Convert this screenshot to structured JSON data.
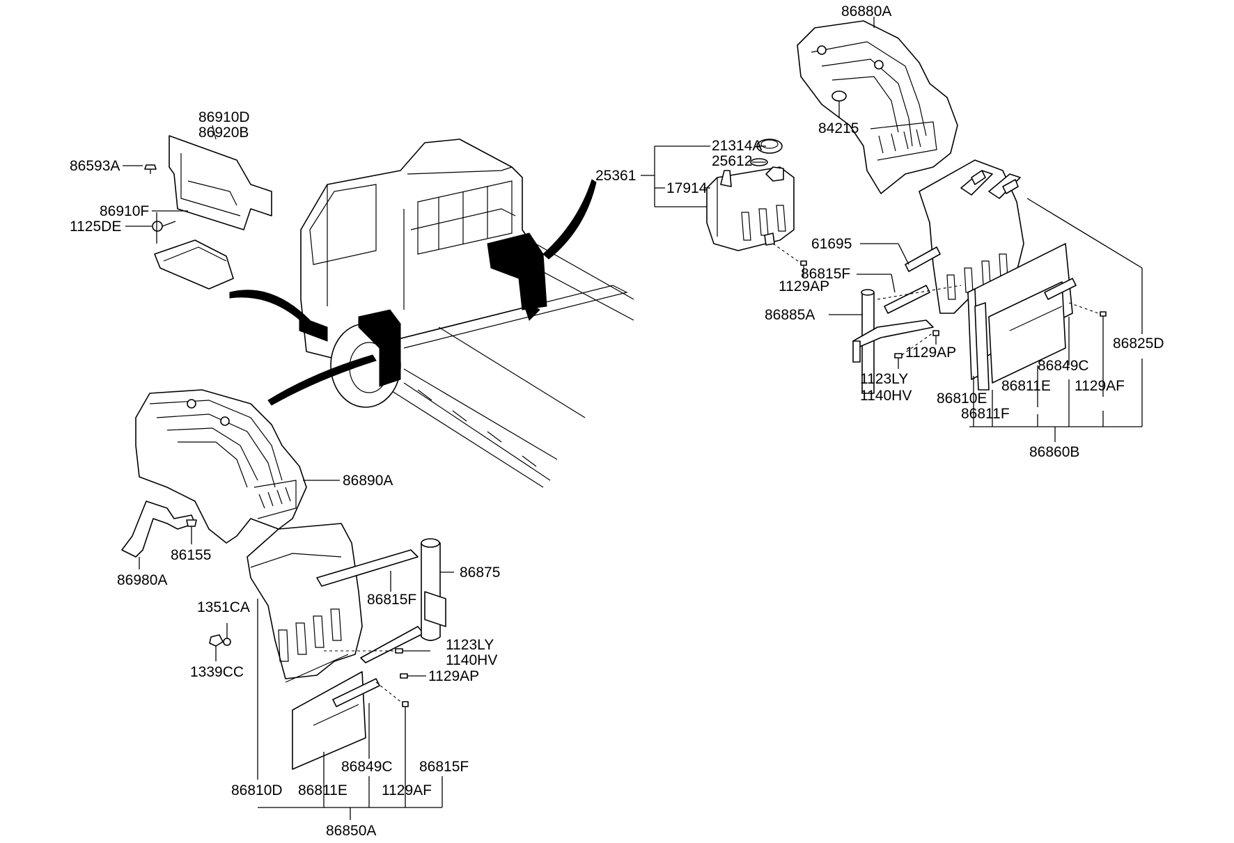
{
  "diagram": {
    "labels": {
      "l86880A": "86880A",
      "l84215": "84215",
      "l21314A": "21314A",
      "l25612": "25612",
      "l25361": "25361",
      "l17914": "17914",
      "l1129AP_a": "1129AP",
      "l61695": "61695",
      "l86815F_a": "86815F",
      "l86885A": "86885A",
      "l1129AP_b": "1129AP",
      "l1123LY_a": "1123LY",
      "l1140HV_a": "1140HV",
      "l86825D": "86825D",
      "l86849C_a": "86849C",
      "l86811E_a": "86811E",
      "l1129AF_a": "1129AF",
      "l86810E": "86810E",
      "l86811F": "86811F",
      "l86860B": "86860B",
      "l86910D": "86910D",
      "l86920B": "86920B",
      "l86593A": "86593A",
      "l1125DE": "1125DE",
      "l86910F": "86910F",
      "l86890A": "86890A",
      "l86980A": "86980A",
      "l86155": "86155",
      "l86875": "86875",
      "l86815F_b": "86815F",
      "l1351CA": "1351CA",
      "l1339CC": "1339CC",
      "l1123LY_b": "1123LY",
      "l1140HV_b": "1140HV",
      "l1129AP_c": "1129AP",
      "l86849C_b": "86849C",
      "l86815F_c": "86815F",
      "l86810D": "86810D",
      "l86811E_b": "86811E",
      "l1129AF_b": "1129AF",
      "l86850A": "86850A"
    }
  }
}
